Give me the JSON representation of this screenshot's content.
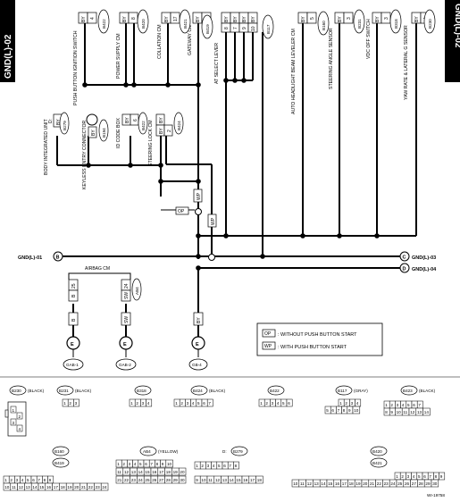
{
  "page_tag": "GND(L)-02",
  "figure_id": "WI-19758",
  "top_components": [
    {
      "name": "PUSH BUTTON IGNITION SWITCH",
      "conn": "B422",
      "pin": "4",
      "color": "BY"
    },
    {
      "name": "POWER SUPPLY CM",
      "conn": "B420",
      "pin": "8",
      "color": "BY"
    },
    {
      "name": "COLLATION CM",
      "conn": "B421",
      "pin": "17",
      "color": "BY"
    },
    {
      "name": "GATEWAY CM",
      "conn": "B419",
      "pin": "1",
      "color": "BY"
    },
    {
      "name": "AT SELECT LEVER",
      "conn": "B117",
      "pins": [
        "8",
        "7",
        "9",
        "10"
      ],
      "color": "BY"
    },
    {
      "name": "AUTO HEADLIGHT BEAM LEVELER CM",
      "conn": "B160",
      "pin": "5",
      "color": "BY"
    },
    {
      "name": "STEERING ANGLE SENSOR",
      "conn": "B231",
      "pin": "3",
      "color": "BY"
    },
    {
      "name": "VDC OFF SWITCH",
      "conn": "B318",
      "pin": "3",
      "color": "BY"
    },
    {
      "name": "YAW RATE & LATERAL G SENSOR",
      "conn": "B230",
      "pin": "4",
      "color": "BY"
    }
  ],
  "mid_components": [
    {
      "name": "BODY INTEGRATED UNIT",
      "conn": "B279",
      "pin": "D:",
      "color": "BY"
    },
    {
      "name": "KEYLESS ENTRY CONNECTOR",
      "conn": "B194",
      "pin": "",
      "color": "BY"
    },
    {
      "name": "ID CODE BOX",
      "conn": "B422",
      "pin": "6",
      "color": "BY"
    },
    {
      "name": "STEERING LOCK CM",
      "conn": "B424",
      "pin": "2",
      "color": "BY"
    }
  ],
  "ground_lines": [
    {
      "label": "GND(L)-01",
      "letter": "B",
      "side": "left"
    },
    {
      "label": "GND(L)-03",
      "letter": "C",
      "side": "right"
    },
    {
      "label": "GND(L)-04",
      "letter": "D",
      "side": "right"
    }
  ],
  "airbag": {
    "title": "AIRBAG CM",
    "conn": "AB4",
    "pins": [
      {
        "pin": "25",
        "color": "B"
      },
      {
        "pin": "24",
        "color": "SW"
      }
    ]
  },
  "grounds": [
    {
      "id": "GAB-1",
      "symbol": "E",
      "wire": "B"
    },
    {
      "id": "GAB-2",
      "symbol": "E",
      "wire": "SW"
    },
    {
      "id": "GB-4",
      "symbol": "E",
      "wire": "BY"
    }
  ],
  "legend": [
    {
      "code": "OP",
      "text": ": WITHOUT PUSH BUTTON START"
    },
    {
      "code": "WP",
      "text": ": WITH PUSH BUTTON START"
    }
  ],
  "markers": {
    "op": "OP",
    "wp": "WP",
    "by": "BY"
  },
  "connector_views": [
    {
      "id": "B230",
      "note": "(BLACK)"
    },
    {
      "id": "B231",
      "note": "(BLACK)"
    },
    {
      "id": "B318",
      "note": ""
    },
    {
      "id": "B424",
      "note": "(BLACK)"
    },
    {
      "id": "B422",
      "note": ""
    },
    {
      "id": "B117",
      "note": "(GRAY)"
    },
    {
      "id": "B423",
      "note": "(BLACK)"
    },
    {
      "id": "B160",
      "note": ""
    },
    {
      "id": "B419",
      "note": ""
    },
    {
      "id": "AB4",
      "note": "(YELLOW)"
    },
    {
      "id": "B279",
      "note": "D:"
    },
    {
      "id": "B420",
      "note": ""
    },
    {
      "id": "B421",
      "note": ""
    }
  ],
  "pin_rows": {
    "b230": [
      "1",
      "2",
      "3",
      "4"
    ],
    "b231": [
      "1",
      "2",
      "3"
    ],
    "b318": [
      "1",
      "2",
      "3",
      "4"
    ],
    "b424": [
      "1",
      "2",
      "3",
      "4",
      "5",
      "6",
      "7"
    ],
    "b422": [
      "1",
      "2",
      "3",
      "4",
      "5",
      "6"
    ],
    "b117_top": [
      "1",
      "2",
      "3",
      "4"
    ],
    "b117_bot": [
      "5",
      "6",
      "7",
      "8",
      "9",
      "10"
    ],
    "b423_top": [
      "1",
      "2",
      "3",
      "4",
      "5",
      "6",
      "7"
    ],
    "b423_bot": [
      "8",
      "9",
      "10",
      "11",
      "12",
      "13",
      "14"
    ],
    "b160_top": [
      "1",
      "2",
      "3",
      "4",
      "5",
      "6",
      "7",
      "8",
      "9"
    ],
    "b160_bot": [
      "10",
      "11",
      "12",
      "13",
      "14",
      "15",
      "16",
      "17",
      "18",
      "19",
      "20",
      "21",
      "22",
      "23",
      "24"
    ],
    "ab4_r1": [
      "1",
      "2",
      "3",
      "4",
      "5",
      "6",
      "7",
      "8",
      "9",
      "10"
    ],
    "ab4_r2": [
      "11",
      "12",
      "13",
      "14",
      "15",
      "16",
      "17",
      "18",
      "19",
      "20"
    ],
    "ab4_r3": [
      "21",
      "22",
      "23",
      "24",
      "25",
      "26",
      "27",
      "28",
      "29",
      "30"
    ],
    "b279_top": [
      "1",
      "2",
      "3",
      "4",
      "5",
      "6",
      "7",
      "8"
    ],
    "b279_bot": [
      "9",
      "10",
      "11",
      "12",
      "13",
      "14",
      "15",
      "16",
      "17",
      "18"
    ],
    "b420_top": [
      "1",
      "2",
      "3",
      "4",
      "5",
      "6",
      "7",
      "8",
      "9"
    ],
    "b420_bot": [
      "10",
      "11",
      "12",
      "13",
      "14",
      "15",
      "16",
      "17",
      "18",
      "19",
      "20",
      "21",
      "22",
      "23",
      "24",
      "25",
      "26",
      "27",
      "28",
      "29",
      "30"
    ]
  }
}
